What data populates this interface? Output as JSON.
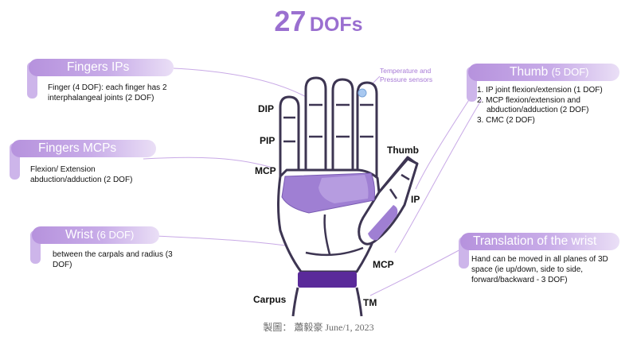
{
  "title": {
    "number": "27",
    "unit": "DOFs"
  },
  "sections": {
    "fingers_ips": {
      "title": "Fingers IPs",
      "text": [
        "Finger (4 DOF): each finger has 2",
        "interphalangeal joints (2 DOF)"
      ]
    },
    "fingers_mcps": {
      "title": "Fingers MCPs",
      "text": [
        "Flexion/ Extension",
        "abduction/adduction (2 DOF)"
      ]
    },
    "wrist": {
      "title": "Wrist",
      "dof": "(6 DOF)",
      "text": [
        "between the carpals and radius (3",
        "DOF)"
      ]
    },
    "thumb": {
      "title": "Thumb",
      "dof": "(5 DOF)",
      "items": [
        "1.  IP joint flexion/extension (1 DOF)",
        "2.  MCP flexion/extension and",
        "abduction/adduction (2 DOF)",
        "3.  CMC (2 DOF)"
      ]
    },
    "translation": {
      "title": "Translation of the wrist",
      "text": [
        "Hand can be moved in all planes of 3D",
        "space (ie up/down, side to side,",
        "forward/backward - 3 DOF)"
      ]
    }
  },
  "labels": {
    "dip": "DIP",
    "pip": "PIP",
    "mcp": "MCP",
    "thumb": "Thumb",
    "ip": "IP",
    "mcp_thumb": "MCP",
    "carpus": "Carpus",
    "tm": "TM",
    "sensors": [
      "Temperature and",
      "Pressure sensors"
    ]
  },
  "credit": "製圖： 蕭毅豪   June/1, 2023",
  "colors": {
    "accent": "#9a6fd0",
    "pill": "#b692dd",
    "palm_fill": "#9f7fd3",
    "wrist_band": "#5a2a9a",
    "outline": "#3d3552",
    "leader": "#c8a9e6"
  }
}
